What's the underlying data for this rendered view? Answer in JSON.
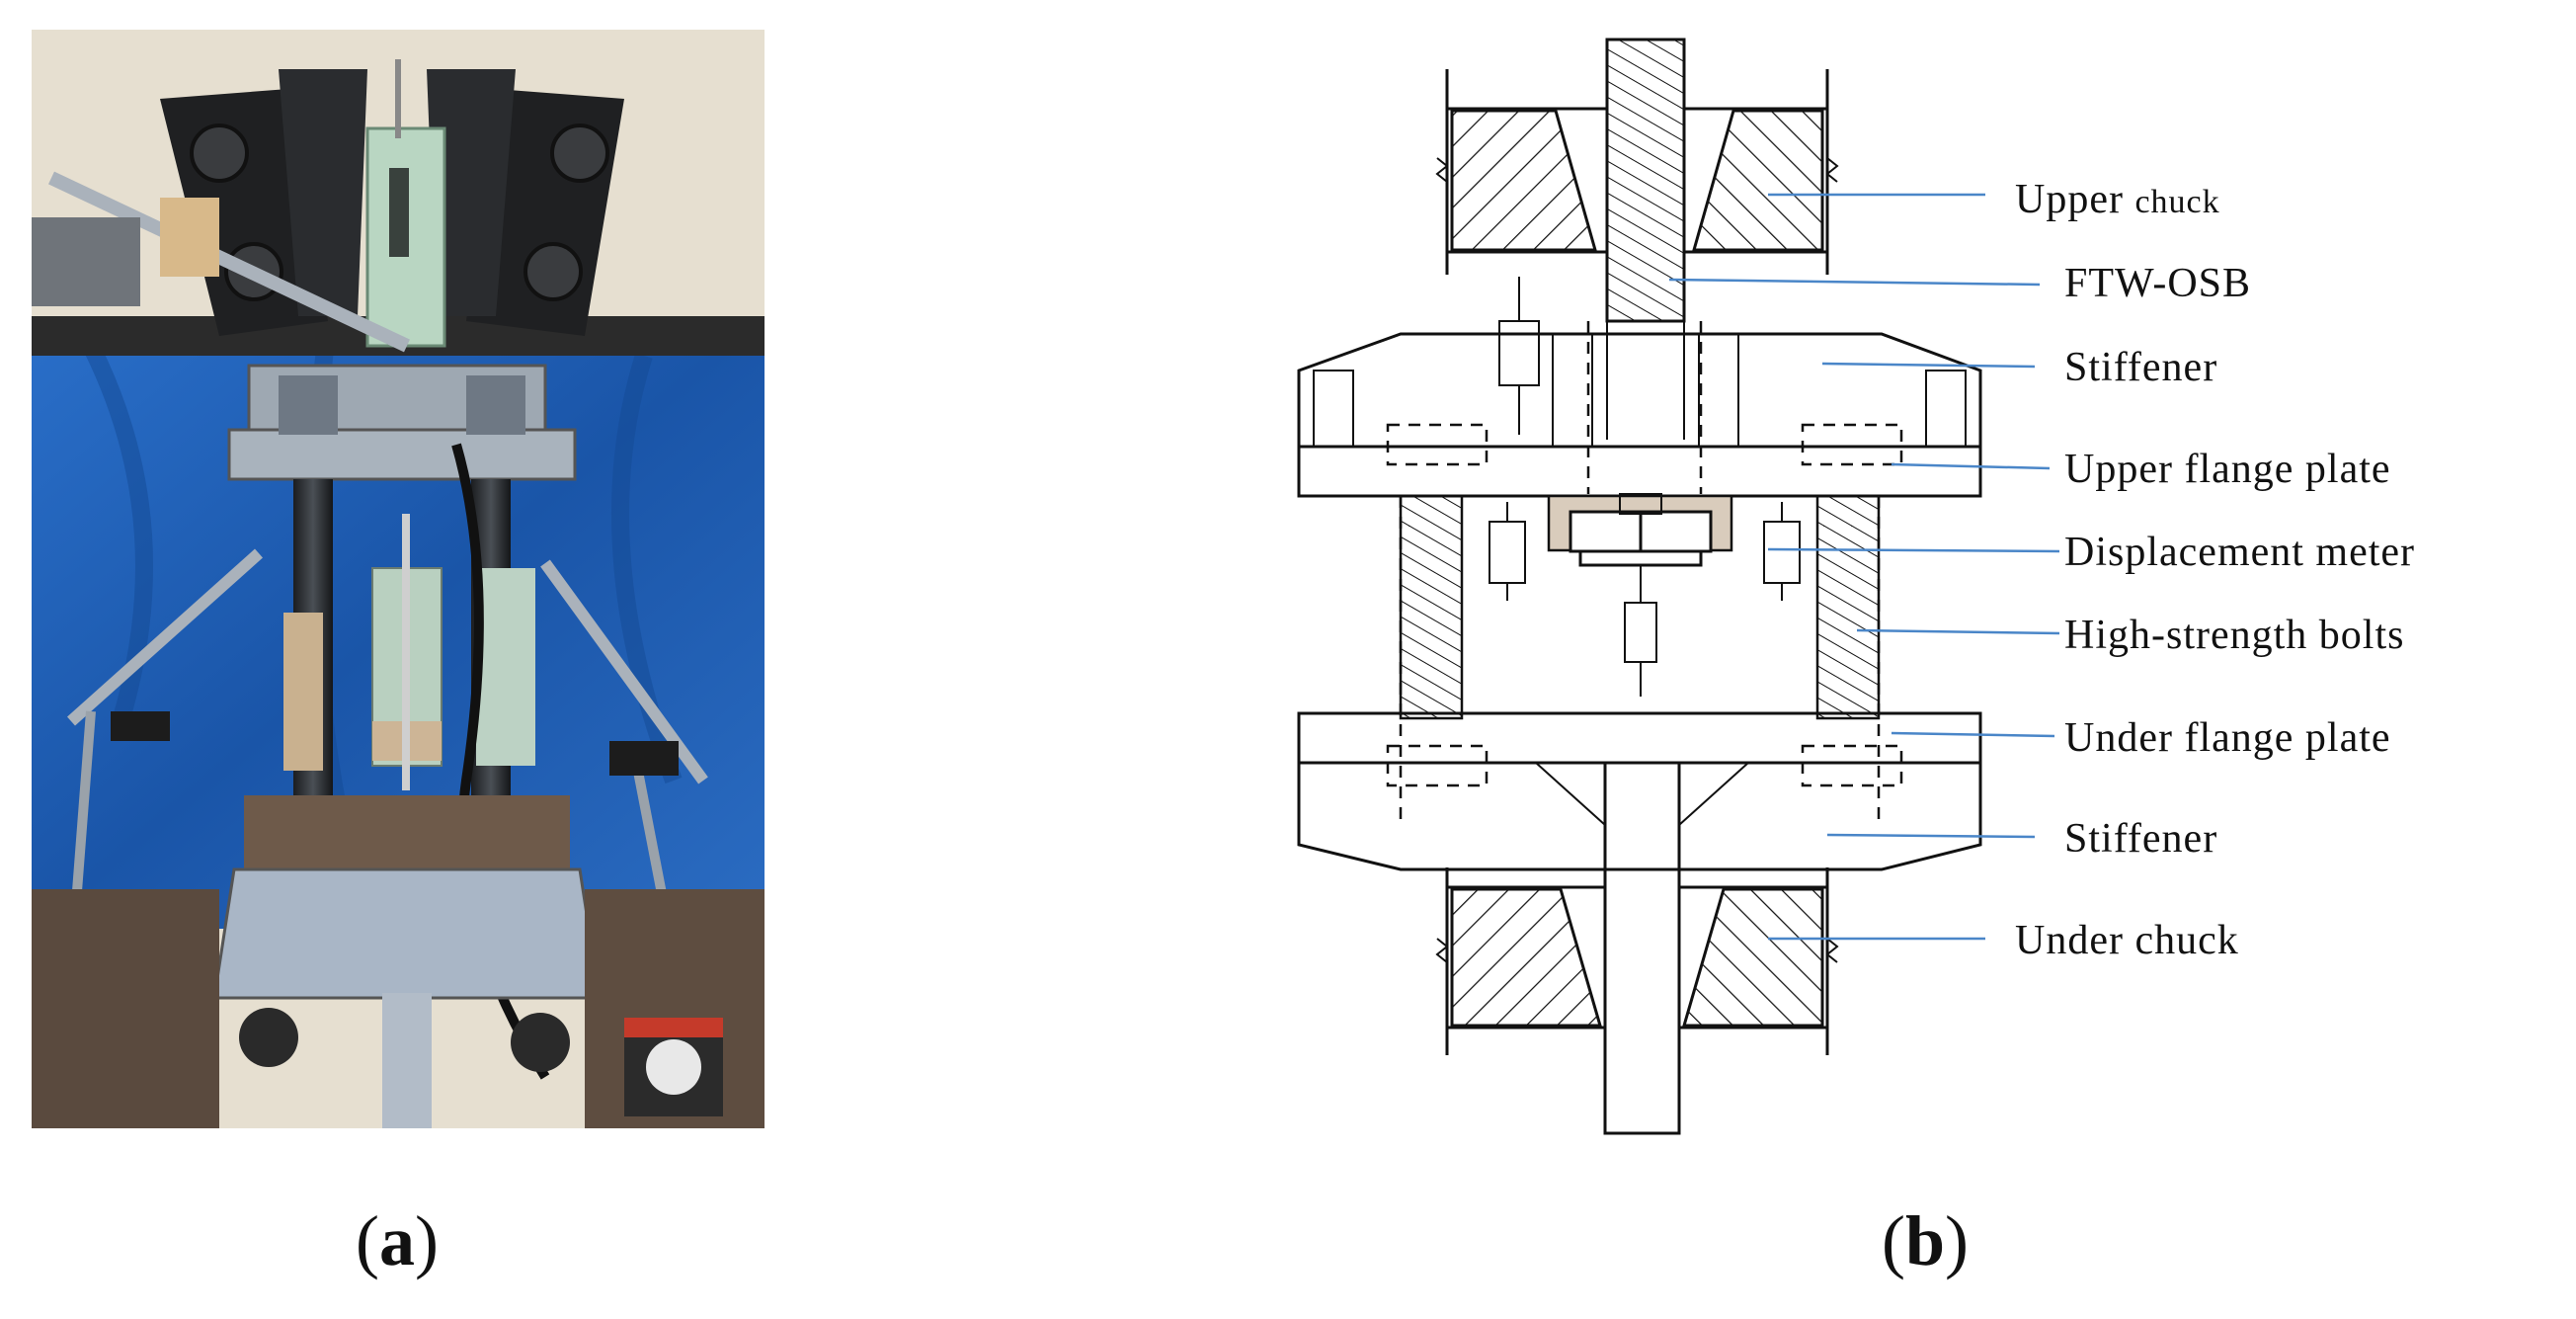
{
  "captions": {
    "a_letter": "a",
    "b_letter": "b"
  },
  "labels": {
    "upper_chuck_main": "Upper ",
    "upper_chuck_small": "chuck",
    "ftw_osb": "FTW-OSB",
    "stiffener_top": "Stiffener",
    "upper_flange_plate": "Upper flange plate",
    "displacement_meter": "Displacement meter",
    "high_strength_bolts": "High-strength bolts",
    "under_flange_plate": "Under flange plate",
    "stiffener_bottom": "Stiffener",
    "under_chuck": "Under chuck"
  },
  "colors": {
    "leader": "#4a86c8",
    "backdrop_blue": "#1f5fb8",
    "steel_grey": "#8f9aa6",
    "machine_cream": "#e9e2d4",
    "specimen_tan": "#d8c8b4"
  }
}
